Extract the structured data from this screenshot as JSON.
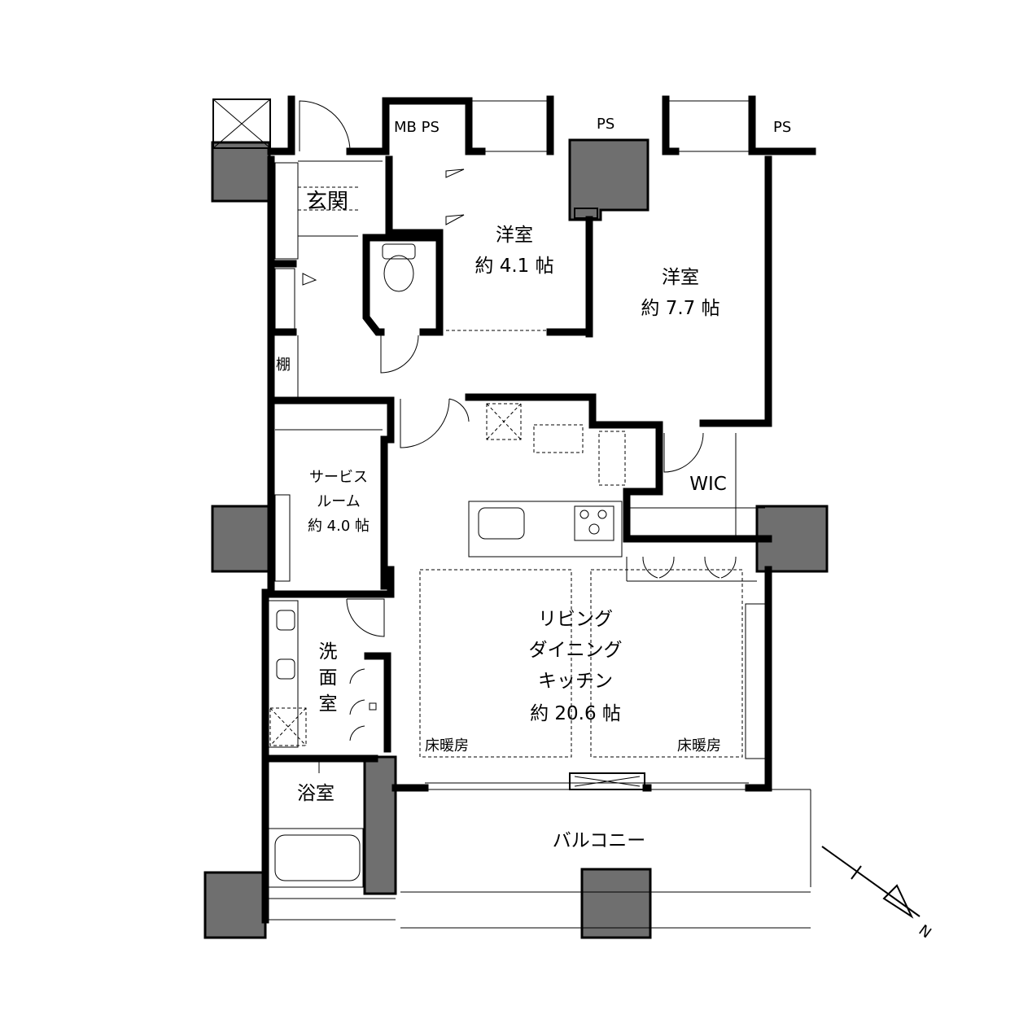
{
  "rooms": {
    "genkan": "玄関",
    "mbps": "MB PS",
    "ps_center": "PS",
    "ps_right": "PS",
    "yoshitsu_small": {
      "name": "洋室",
      "size": "約 4.1 帖"
    },
    "yoshitsu_large": {
      "name": "洋室",
      "size": "約 7.7 帖"
    },
    "tana": "棚",
    "service_room": {
      "line1": "サービス",
      "line2": "ルーム",
      "size": "約 4.0 帖"
    },
    "wic": "WIC",
    "ldk": {
      "line1": "リビング",
      "line2": "ダイニング",
      "line3": "キッチン",
      "size": "約 20.6 帖"
    },
    "floor_heating_left": "床暖房",
    "floor_heating_right": "床暖房",
    "senmenshitsu": {
      "line1": "洗",
      "line2": "面",
      "line3": "室"
    },
    "yokushitsu": "浴室",
    "balcony": "バルコニー"
  },
  "compass": {
    "label": "N"
  }
}
